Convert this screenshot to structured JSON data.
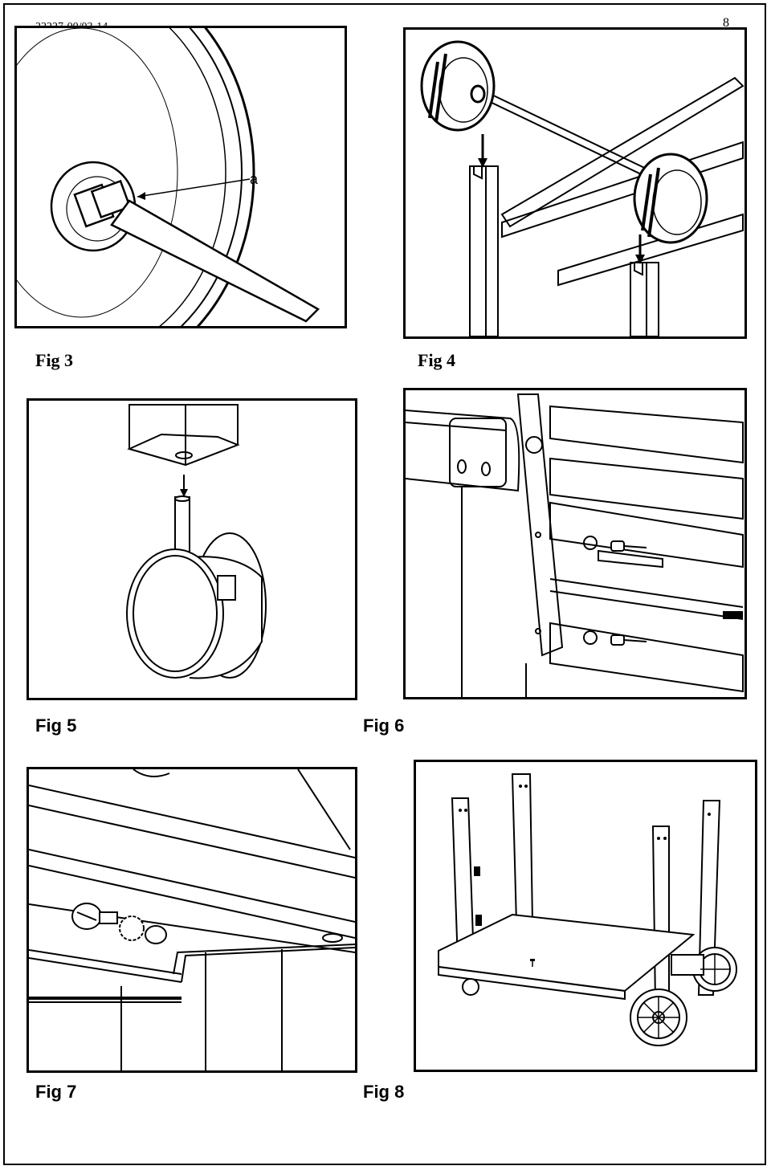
{
  "header": {
    "doc_id": "22227-00/03-14",
    "page_number": "8"
  },
  "figures": [
    {
      "caption": "Fig 3",
      "callout": "a"
    },
    {
      "caption": "Fig 4"
    },
    {
      "caption": "Fig 5"
    },
    {
      "caption": "Fig 6"
    },
    {
      "caption": "Fig 7"
    },
    {
      "caption": "Fig 8"
    }
  ]
}
